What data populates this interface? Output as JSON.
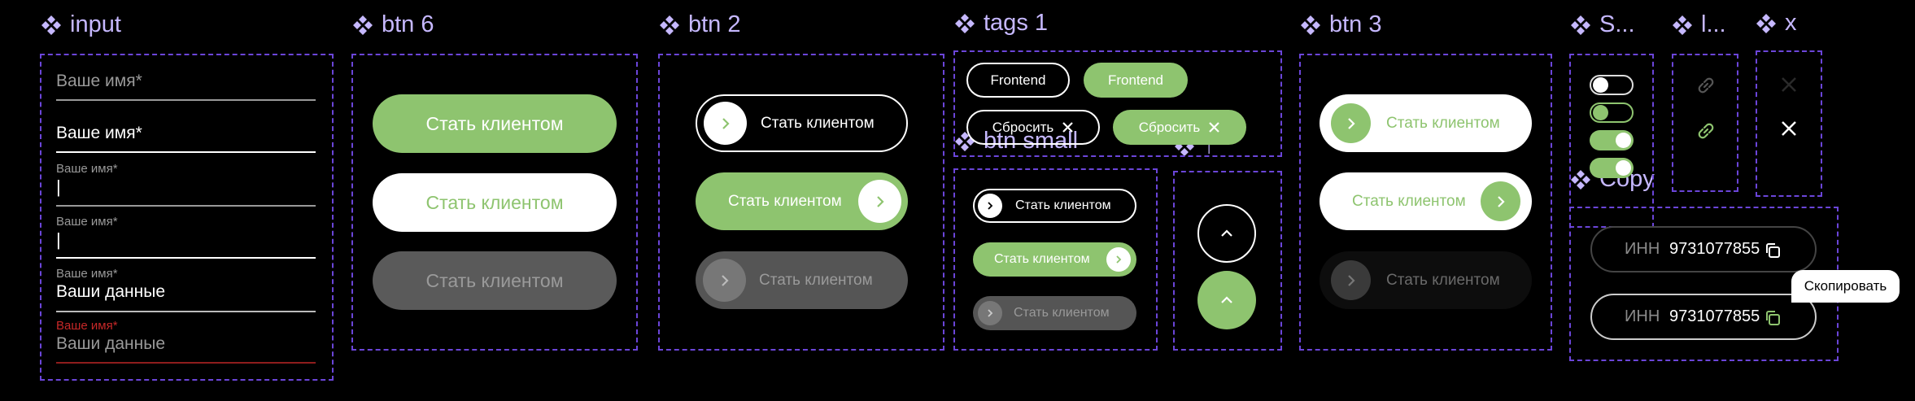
{
  "sections": {
    "input": "input",
    "btn6": "btn 6",
    "btn2": "btn 2",
    "tags1": "tags 1",
    "btn3": "btn 3",
    "s": "S...",
    "l": "l...",
    "x": "x",
    "btn_small": "btn small",
    "up": "↑",
    "copy": "Copy"
  },
  "input": {
    "placeholder": "Ваше имя*",
    "label_small": "Ваше имя*",
    "value_filled": "Ваши данные",
    "value_error": "Ваши данные",
    "cursor": "|"
  },
  "buttons": {
    "cta": "Стать клиентом"
  },
  "tags": {
    "frontend": "Frontend",
    "reset": "Сбросить"
  },
  "copy": {
    "inn_label": "ИНН",
    "inn_value": "9731077855",
    "tooltip": "Скопировать"
  },
  "colors": {
    "accent_green": "#8ec46f",
    "frame_purple": "#6b45d9",
    "title_lavender": "#c6b8ff",
    "error_red": "#c62828",
    "disabled_gray": "#555555"
  }
}
